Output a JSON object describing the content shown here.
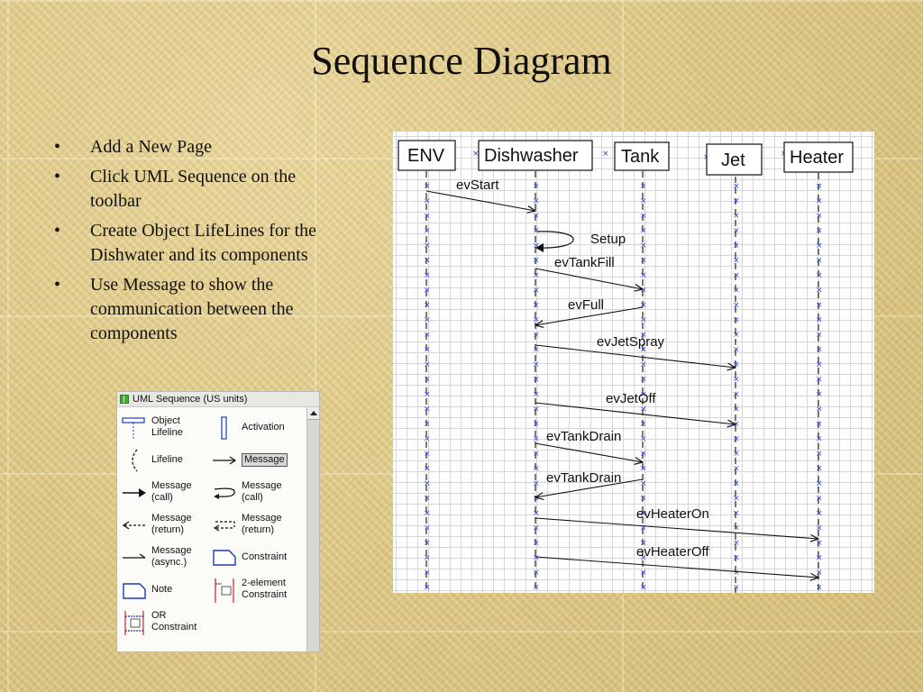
{
  "slide": {
    "title": "Sequence Diagram",
    "bullets": [
      "Add a New Page",
      "Click UML Sequence on the toolbar",
      "Create Object LifeLines for the Dishwater and its components",
      "Use Message to show the communication between the components"
    ]
  },
  "stencil": {
    "title": "UML Sequence (US units)",
    "shapes": {
      "object_lifeline": "Object\nLifeline",
      "activation": "Activation",
      "lifeline": "Lifeline",
      "message": "Message",
      "message_call": "Message\n(call)",
      "message_call_self": "Message\n(call)",
      "message_return": "Message\n(return)",
      "message_return_self": "Message\n(return)",
      "message_async": "Message\n(async.)",
      "constraint": "Constraint",
      "note": "Note",
      "two_element_constraint": "2-element\nConstraint",
      "or_constraint": "OR\nConstraint"
    },
    "icons": [
      "grid-icon",
      "scroll-up-arrow-icon"
    ]
  },
  "diagram": {
    "objects": [
      "ENV",
      "Dishwasher",
      "Tank",
      "Jet",
      "Heater"
    ],
    "messages": [
      {
        "label": "evStart",
        "from": "ENV",
        "to": "Dishwasher"
      },
      {
        "label": "Setup",
        "from": "Dishwasher",
        "to": "Dishwasher"
      },
      {
        "label": "evTankFill",
        "from": "Dishwasher",
        "to": "Tank"
      },
      {
        "label": "evFull",
        "from": "Tank",
        "to": "Dishwasher"
      },
      {
        "label": "evJetSpray",
        "from": "Dishwasher",
        "to": "Jet"
      },
      {
        "label": "evJetOff",
        "from": "Dishwasher",
        "to": "Jet"
      },
      {
        "label": "evTankDrain",
        "from": "Dishwasher",
        "to": "Tank"
      },
      {
        "label": "evTankDrain",
        "from": "Tank",
        "to": "Dishwasher"
      },
      {
        "label": "evHeaterOn",
        "from": "Dishwasher",
        "to": "Heater"
      },
      {
        "label": "evHeaterOff",
        "from": "Dishwasher",
        "to": "Heater"
      }
    ]
  },
  "colors": {
    "background": "#e3cf8f",
    "marker": "#2a3bd8",
    "text": "#111111"
  }
}
